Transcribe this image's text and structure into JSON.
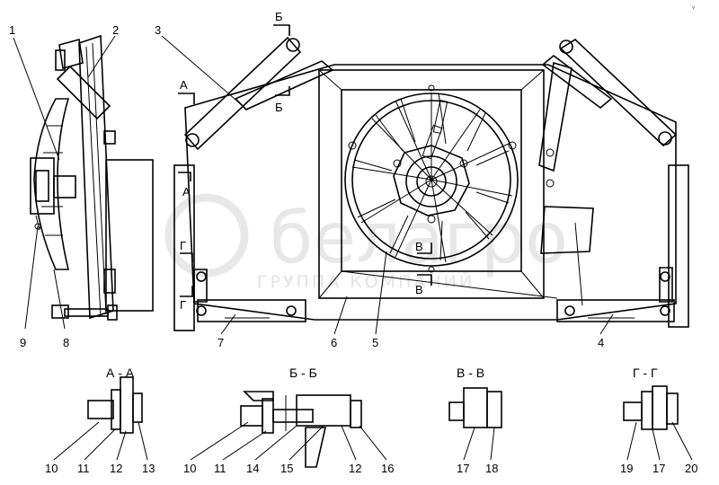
{
  "corner_mark": "v",
  "watermark": {
    "brand": "белагро",
    "subtitle": "ГРУППА КОМПАНИЙ"
  },
  "callouts": {
    "c1": "1",
    "c2": "2",
    "c3": "3",
    "c4": "4",
    "c5": "5",
    "c6": "6",
    "c7": "7",
    "c8": "8",
    "c9": "9"
  },
  "cut_labels": {
    "a_top": "А",
    "a_bot": "А",
    "b_top": "Б",
    "b_bot": "Б",
    "v_top": "В",
    "v_bot": "В",
    "g_top": "Г",
    "g_bot": "Г"
  },
  "sections": [
    {
      "title": "А - А",
      "labels": [
        "10",
        "11",
        "12",
        "13"
      ]
    },
    {
      "title": "Б - Б",
      "labels": [
        "10",
        "11",
        "14",
        "15",
        "12",
        "16"
      ]
    },
    {
      "title": "В - В",
      "labels": [
        "17",
        "18"
      ]
    },
    {
      "title": "Г - Г",
      "labels": [
        "19",
        "17",
        "20"
      ]
    }
  ]
}
